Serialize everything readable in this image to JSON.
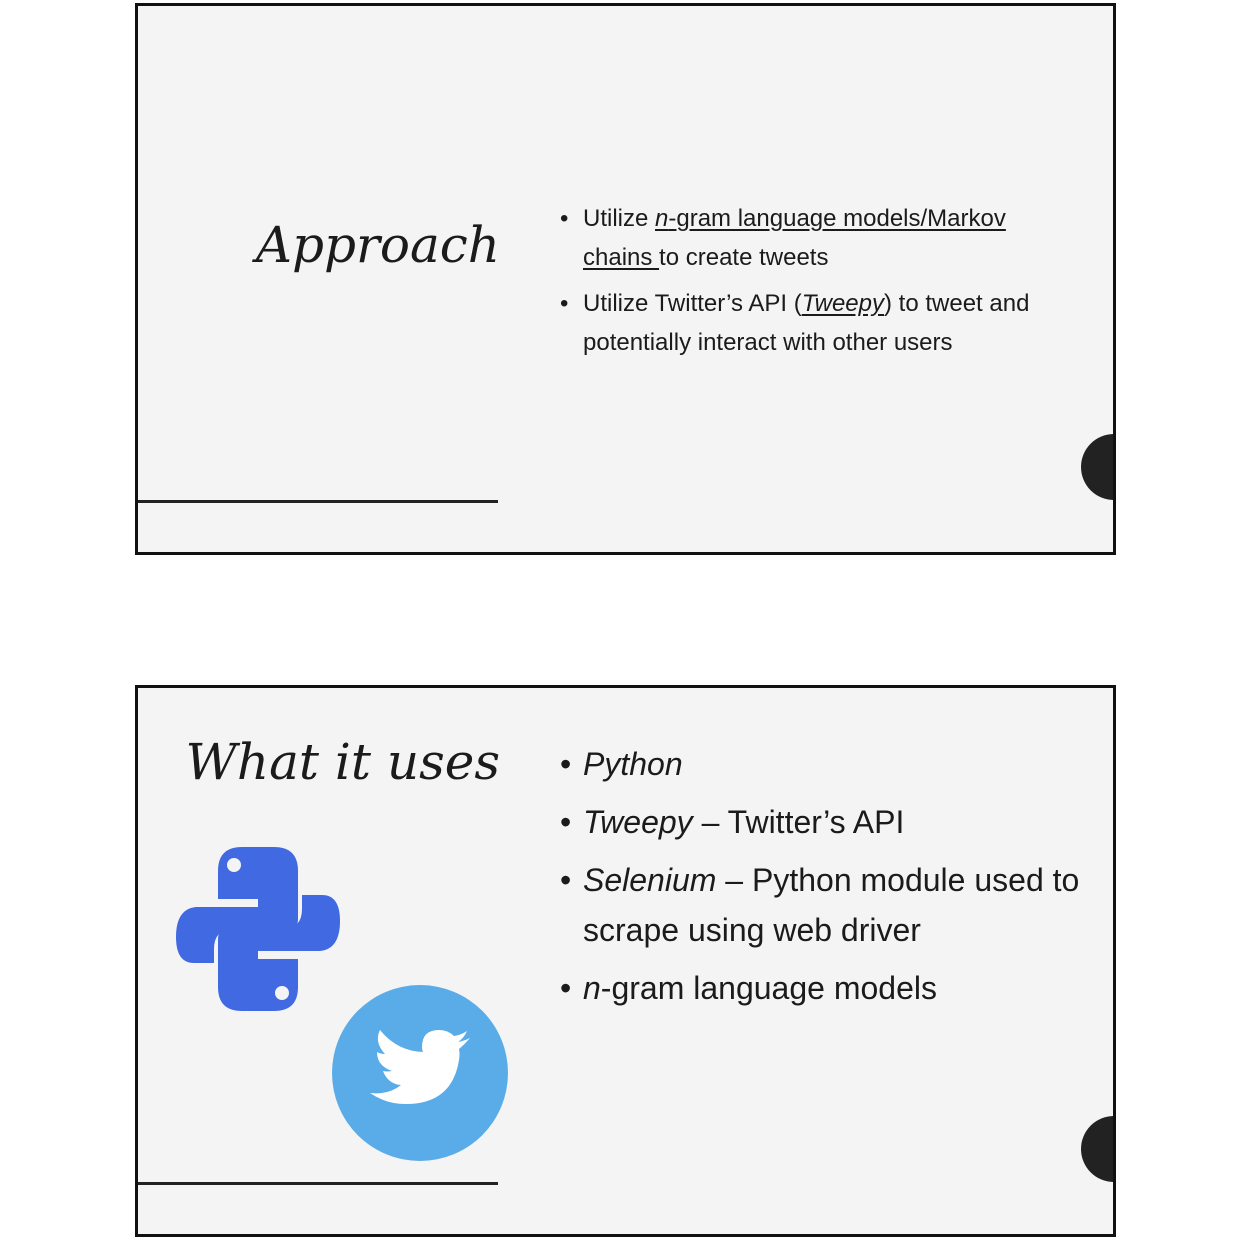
{
  "slides": [
    {
      "title": "Approach",
      "bullets": [
        {
          "parts": [
            "Utilize ",
            "n",
            "-gram language models/Markov chains ",
            "to create tweets"
          ]
        },
        {
          "parts": [
            "Utilize Twitter’s API (",
            "Tweepy",
            ") to tweet and potentially interact with other users"
          ]
        }
      ]
    },
    {
      "title": "What it uses",
      "bullets": [
        {
          "parts": [
            "Python"
          ]
        },
        {
          "parts": [
            "Tweepy",
            " – Twitter’s API"
          ]
        },
        {
          "parts": [
            "Selenium",
            " – Python module used to scrape using web driver"
          ]
        },
        {
          "parts": [
            "n",
            "-gram language models"
          ]
        }
      ],
      "images": {
        "python_logo_icon": "python-logo-icon",
        "twitter_logo_icon": "twitter-bird-icon"
      }
    }
  ],
  "colors": {
    "slide_background": "#f4f4f4",
    "accent_dark": "#222222",
    "python_blue": "#4169e1",
    "twitter_blue": "#5aace8"
  }
}
